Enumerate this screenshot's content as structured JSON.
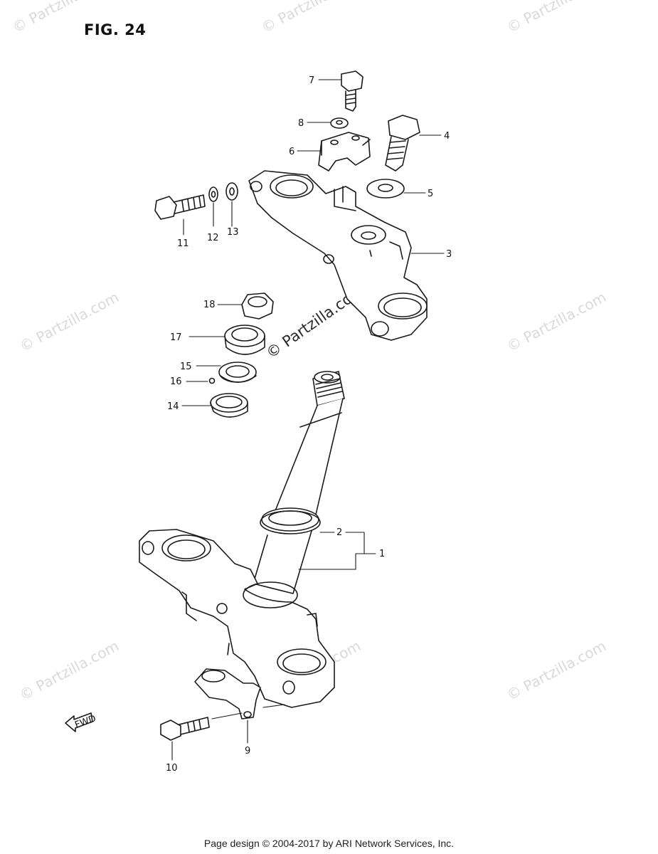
{
  "figure": {
    "title": "FIG. 24"
  },
  "watermark": {
    "text": "© Partzilla.com",
    "positions": [
      "tl1",
      "tl2",
      "tr1",
      "ml",
      "mr",
      "bl",
      "bm",
      "br"
    ]
  },
  "callouts": [
    "1",
    "2",
    "3",
    "4",
    "5",
    "6",
    "7",
    "8",
    "9",
    "10",
    "11",
    "12",
    "13",
    "14",
    "15",
    "16",
    "17",
    "18"
  ],
  "fwd_label": "FWD",
  "footer": {
    "text": "Page design © 2004-2017 by ARI Network Services, Inc."
  }
}
